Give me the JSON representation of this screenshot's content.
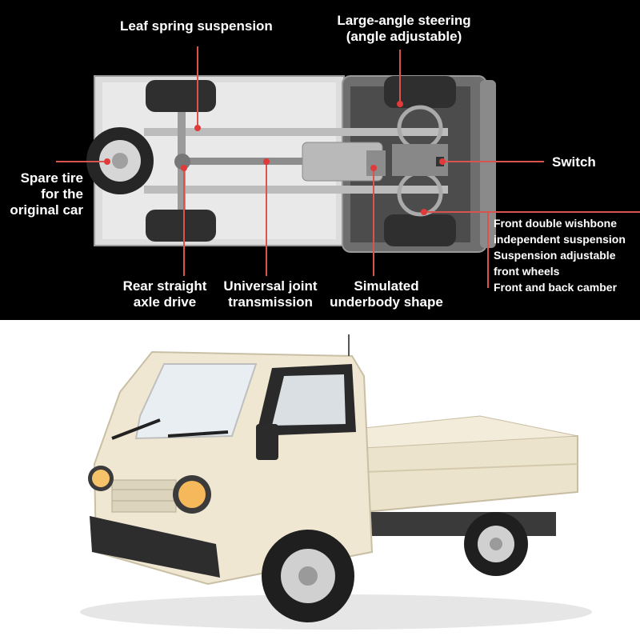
{
  "callouts": {
    "leaf_spring": "Leaf spring suspension",
    "steering_line1": "Large-angle steering",
    "steering_line2": "(angle adjustable)",
    "switch": "Switch",
    "spare_tire_line1": "Spare tire",
    "spare_tire_line2": "for the",
    "spare_tire_line3": "original car",
    "rear_axle_line1": "Rear straight",
    "rear_axle_line2": "axle drive",
    "universal_joint_line1": "Universal joint",
    "universal_joint_line2": "transmission",
    "underbody_line1": "Simulated",
    "underbody_line2": "underbody shape",
    "front_features": [
      "Front double wishbone",
      "independent suspension",
      "Suspension adjustable",
      "front wheels",
      "Front and back camber"
    ]
  },
  "colors": {
    "top_background": "#000000",
    "callout_line": "#d9534f",
    "callout_dot": "#e03a3a",
    "truck_body": "#efe7d2"
  }
}
